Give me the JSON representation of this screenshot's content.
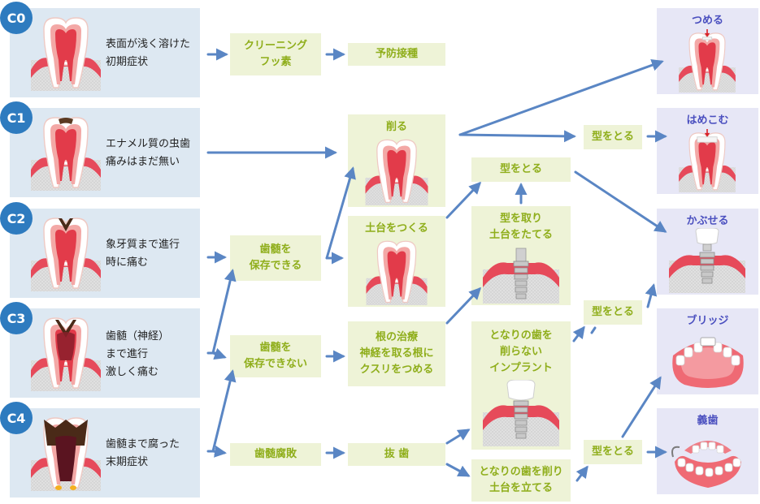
{
  "stages": [
    {
      "badge": "C0",
      "label": "表面が浅く溶けた\n初期症状"
    },
    {
      "badge": "C1",
      "label": "エナメル質の虫歯\n痛みはまだ無い"
    },
    {
      "badge": "C2",
      "label": "象牙質まで進行\n時に痛む"
    },
    {
      "badge": "C3",
      "label": "歯髄（神経）\nまで進行\n激しく痛む"
    },
    {
      "badge": "C4",
      "label": "歯髄まで腐った\n末期症状"
    }
  ],
  "steps": {
    "cleaning": "クリーニング\nフッ素",
    "prevention": "予防接種",
    "pulp_saveable": "歯髄を\n保存できる",
    "pulp_not_saveable": "歯髄を\n保存できない",
    "pulp_rotten": "歯髄腐敗",
    "shave": "削る",
    "build_core": "土台をつくる",
    "root_canal": "根の治療\n神経を取る根に\nクスリをつめる",
    "extraction": "抜 歯",
    "impression_mid": "型をとる",
    "implant_core": "型を取り\n土台をたてる",
    "implant_no_shave": "となりの歯を\n削らない\nインプラント",
    "shave_neighbor": "となりの歯を削り\n土台を立てる",
    "impression_top": "型をとる",
    "impression_c3": "型をとる",
    "impression_c4": "型をとる"
  },
  "results": [
    {
      "title": "つめる",
      "icon": "filling-icon"
    },
    {
      "title": "はめこむ",
      "icon": "inlay-icon"
    },
    {
      "title": "かぶせる",
      "icon": "crown-implant-icon"
    },
    {
      "title": "ブリッジ",
      "icon": "bridge-icon"
    },
    {
      "title": "義歯",
      "icon": "denture-icon"
    }
  ],
  "colors": {
    "badge": "#2e7bbf",
    "stage_bg": "#dde8f2",
    "step_bg": "#eef3d7",
    "step_text": "#8fae1b",
    "result_bg": "#e7e7f6",
    "result_text": "#4a4fbf",
    "arrow": "#5a86c4",
    "gum": "#e64a5a"
  }
}
